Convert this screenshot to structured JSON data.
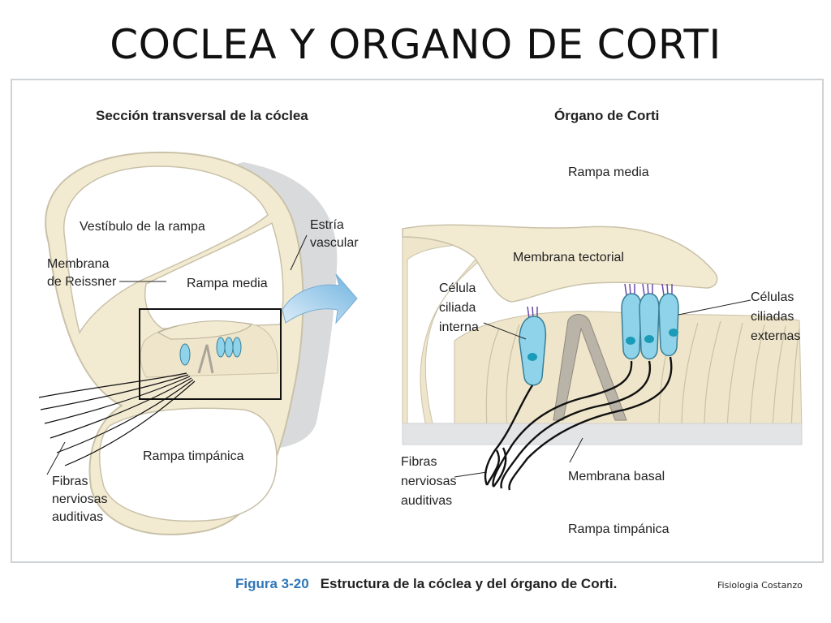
{
  "slide": {
    "title": "COCLEA Y ORGANO DE CORTI"
  },
  "left_panel": {
    "heading": "Sección transversal de la cóclea",
    "labels": {
      "vestibulo": "Vestíbulo de la rampa",
      "membrana_1": "Membrana",
      "membrana_2": "de Reissner",
      "rampa_media": "Rampa media",
      "estria_1": "Estría",
      "estria_2": "vascular",
      "rampa_timpanica": "Rampa timpánica",
      "fibras_1": "Fibras",
      "fibras_2": "nerviosas",
      "fibras_3": "auditivas"
    }
  },
  "right_panel": {
    "heading": "Órgano de Corti",
    "labels": {
      "rampa_media": "Rampa media",
      "membrana_tectorial": "Membrana tectorial",
      "celula_1": "Célula",
      "celula_2": "ciliada",
      "celula_3": "interna",
      "celulas_ext_1": "Células",
      "celulas_ext_2": "ciliadas",
      "celulas_ext_3": "externas",
      "fibras_1": "Fibras",
      "fibras_2": "nerviosas",
      "fibras_3": "auditivas",
      "membrana_basal": "Membrana basal",
      "rampa_timpanica": "Rampa timpánica"
    }
  },
  "caption": {
    "figure_number": "Figura 3-20",
    "text": "Estructura de la cóclea y del órgano de Corti."
  },
  "source": "Fisiologia Costanzo",
  "colors": {
    "tissue": "#f3ead2",
    "tissue_stroke": "#c9c1a8",
    "shadow": "#d9dadb",
    "hair_cell": "#8fd3ea",
    "nucleus": "#1a9bb8",
    "arrow": "#8cc3e6",
    "caption_blue": "#2f76b9"
  }
}
